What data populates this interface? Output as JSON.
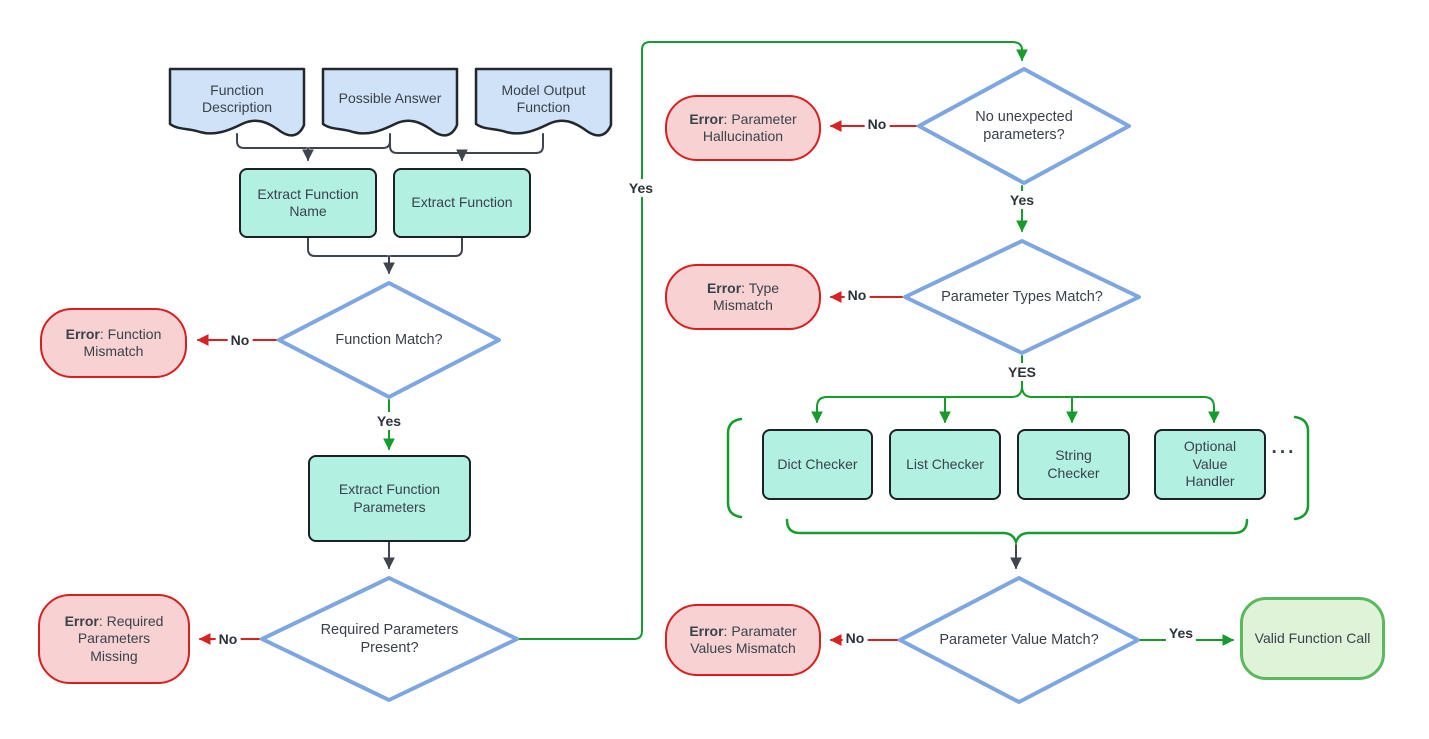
{
  "flowchart": {
    "inputs": [
      {
        "label": "Function Description"
      },
      {
        "label": "Possible Answer"
      },
      {
        "label": "Model Output Function"
      }
    ],
    "processes": [
      {
        "label": "Extract Function Name"
      },
      {
        "label": "Extract Function"
      },
      {
        "label": "Extract Function Parameters"
      }
    ],
    "decisions": [
      {
        "label": "Function Match?"
      },
      {
        "label": "Required Parameters Present?"
      },
      {
        "label": "No unexpected parameters?"
      },
      {
        "label": "Parameter Types Match?"
      },
      {
        "label": "Parameter Value Match?"
      }
    ],
    "checkers": [
      {
        "label": "Dict Checker"
      },
      {
        "label": "List Checker"
      },
      {
        "label": "String Checker"
      },
      {
        "label": "Optional Value Handler"
      }
    ],
    "checkers_ellipsis": "···",
    "errors": [
      {
        "prefix": "Error",
        "rest": ": Function Mismatch"
      },
      {
        "prefix": "Error",
        "rest": ": Required Parameters Missing"
      },
      {
        "prefix": "Error",
        "rest": ": Parameter Hallucination"
      },
      {
        "prefix": "Error",
        "rest": ": Type Mismatch"
      },
      {
        "prefix": "Error",
        "rest": ": Paramater Values Mismatch"
      }
    ],
    "success": {
      "label": "Valid Function Call"
    },
    "edge_labels": {
      "function_match_no": "No",
      "function_match_yes": "Yes",
      "required_params_no": "No",
      "required_params_yes": "Yes",
      "unexpected_params_no": "No",
      "unexpected_params_yes": "Yes",
      "types_match_no": "No",
      "types_match_yes": "YES",
      "value_match_no": "No",
      "value_match_yes": "Yes"
    },
    "colors": {
      "input_fill": "#cfe2f7",
      "process_fill": "#b2f1e2",
      "decision_stroke": "#7ea6e0",
      "error_fill": "#f8d2d2",
      "error_stroke": "#d71f1f",
      "success_fill": "#def3d8",
      "success_stroke": "#5cb85c",
      "edge_green": "#169c2d",
      "edge_red": "#d62222",
      "edge_black": "#3e454e"
    }
  }
}
